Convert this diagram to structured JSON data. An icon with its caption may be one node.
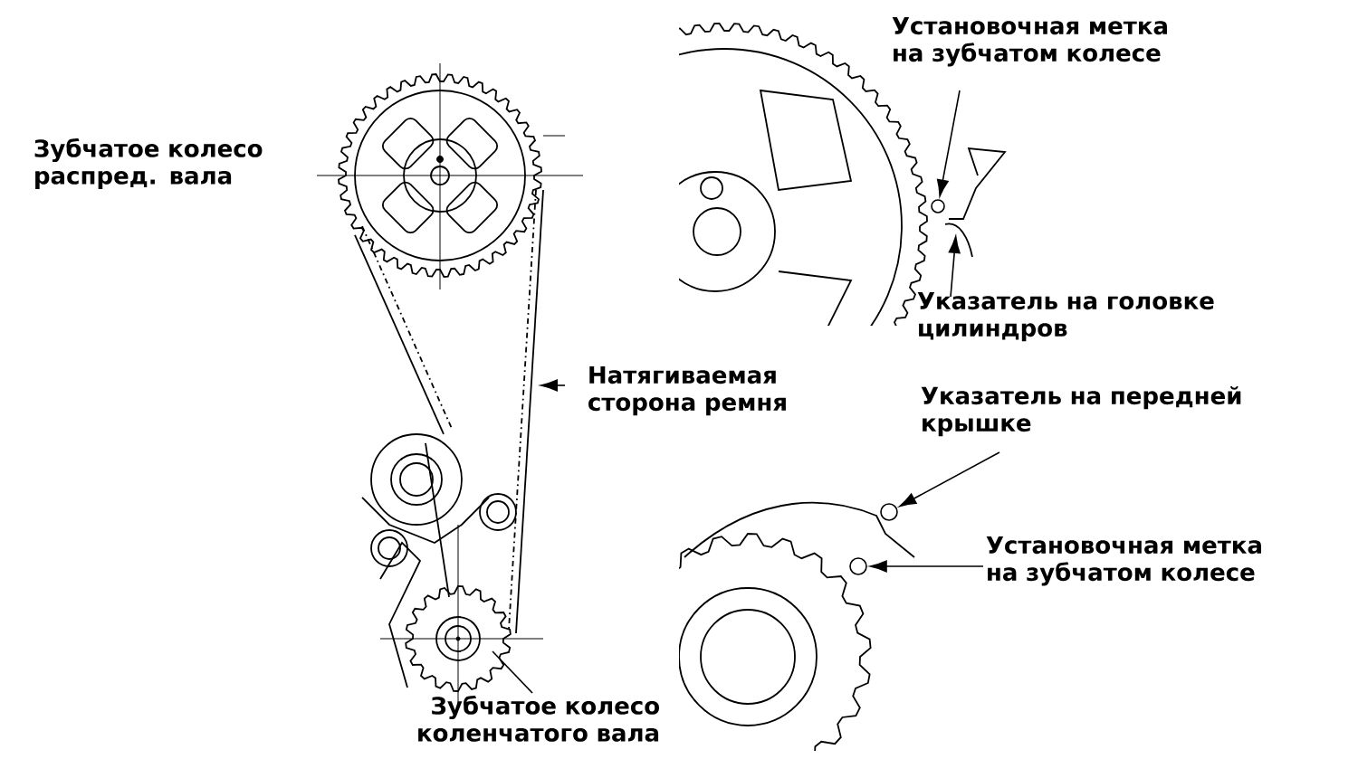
{
  "diagram": {
    "nodes": [
      {
        "text": [
          "Натягиваемая сторона ремня"
        ]
      },
      {
        "text": [
          "Зубчатое колесо коленчатого вала"
        ]
      },
      {
        "text": [
          "Установочная метка на зубчатом колесе"
        ]
      },
      {
        "text": [],
        "shape": "circle"
      },
      {
        "text": [
          "Указатель на головке цилиндров"
        ]
      },
      {
        "text": [
          "Указатель на передней крышке"
        ]
      },
      {
        "text": [],
        "shape": "circle"
      },
      {
        "text": [
          "Установочная метка на зубчатом колесе"
        ]
      },
      {
        "text": [],
        "shape": "circle"
      }
    ],
    "edges": [
      {
        "from": 0,
        "to": null,
        "arrow": "to"
      },
      {
        "from": 1,
        "to": null,
        "arrow": "none"
      },
      {
        "from": 2,
        "to": 3,
        "arrow": "to"
      },
      {
        "from": 4,
        "to": null,
        "arrow": "to"
      },
      {
        "from": 5,
        "to": 6,
        "arrow": "to"
      },
      {
        "from": 7,
        "to": 8,
        "arrow": "to"
      }
    ],
    "labels": [
      "Зубчатое колесо распред. вала"
    ]
  }
}
